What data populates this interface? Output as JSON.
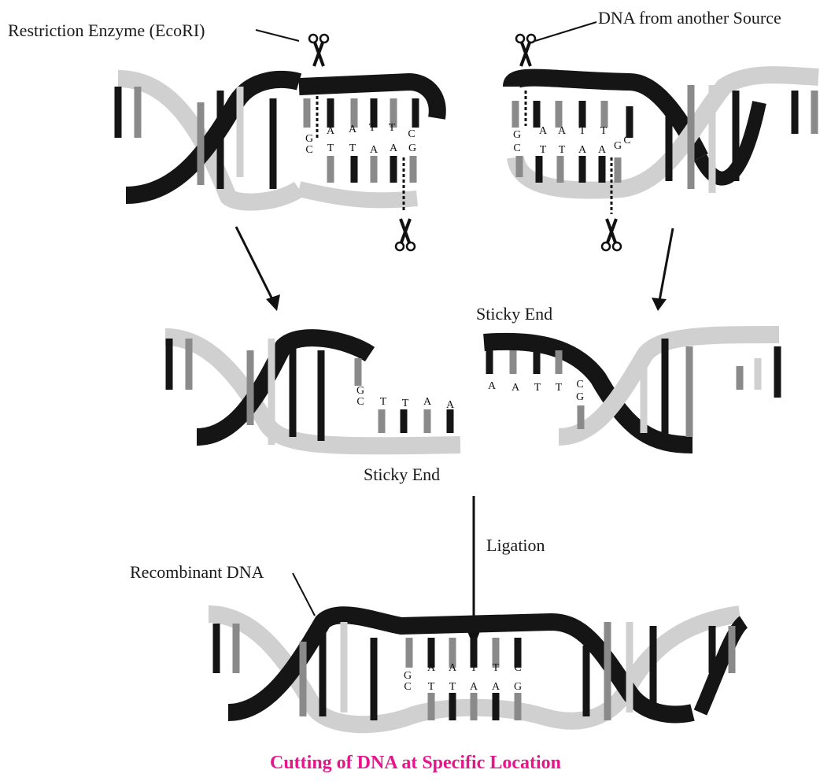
{
  "labels": {
    "enzyme": "Restriction Enzyme (EcoRI)",
    "source": "DNA from another Source",
    "sticky_end_top": "Sticky End",
    "sticky_end_bottom": "Sticky End",
    "ligation": "Ligation",
    "recombinant": "Recombinant DNA"
  },
  "caption": "Cutting of DNA at Specific Location",
  "sequences": {
    "left_top": [
      "A",
      "A",
      "T",
      "T",
      "C"
    ],
    "left_bottom": [
      "T",
      "T",
      "A",
      "A",
      "G"
    ],
    "left_gc": [
      "G",
      "C"
    ],
    "right_top": [
      "A",
      "A",
      "T",
      "T"
    ],
    "right_bottom": [
      "T",
      "T",
      "A",
      "A",
      "G",
      "C"
    ],
    "right_gc": [
      "G",
      "C"
    ],
    "frag_left_gc": [
      "G",
      "C"
    ],
    "frag_left": [
      "T",
      "T",
      "A",
      "A"
    ],
    "frag_right": [
      "A",
      "A",
      "T",
      "T"
    ],
    "frag_right_cg": [
      "C",
      "G"
    ],
    "rec_top": [
      "A",
      "A",
      "T",
      "T",
      "C"
    ],
    "rec_bottom": [
      "T",
      "T",
      "A",
      "A",
      "G"
    ],
    "rec_gc": [
      "G",
      "C"
    ]
  },
  "colors": {
    "dark_strand": "#151515",
    "light_strand": "#d0d0d0",
    "mid_base": "#8a8a8a",
    "caption": "#e6168a"
  }
}
